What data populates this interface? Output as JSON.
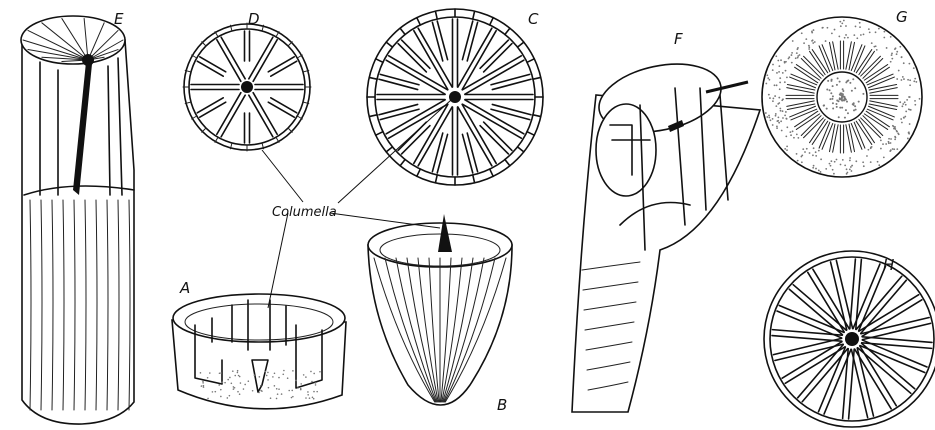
{
  "figure": {
    "labels": {
      "E": "E",
      "D": "D",
      "C": "C",
      "F": "F",
      "G": "G",
      "A": "A",
      "B": "B",
      "H": "H",
      "columella": "Columella"
    }
  }
}
